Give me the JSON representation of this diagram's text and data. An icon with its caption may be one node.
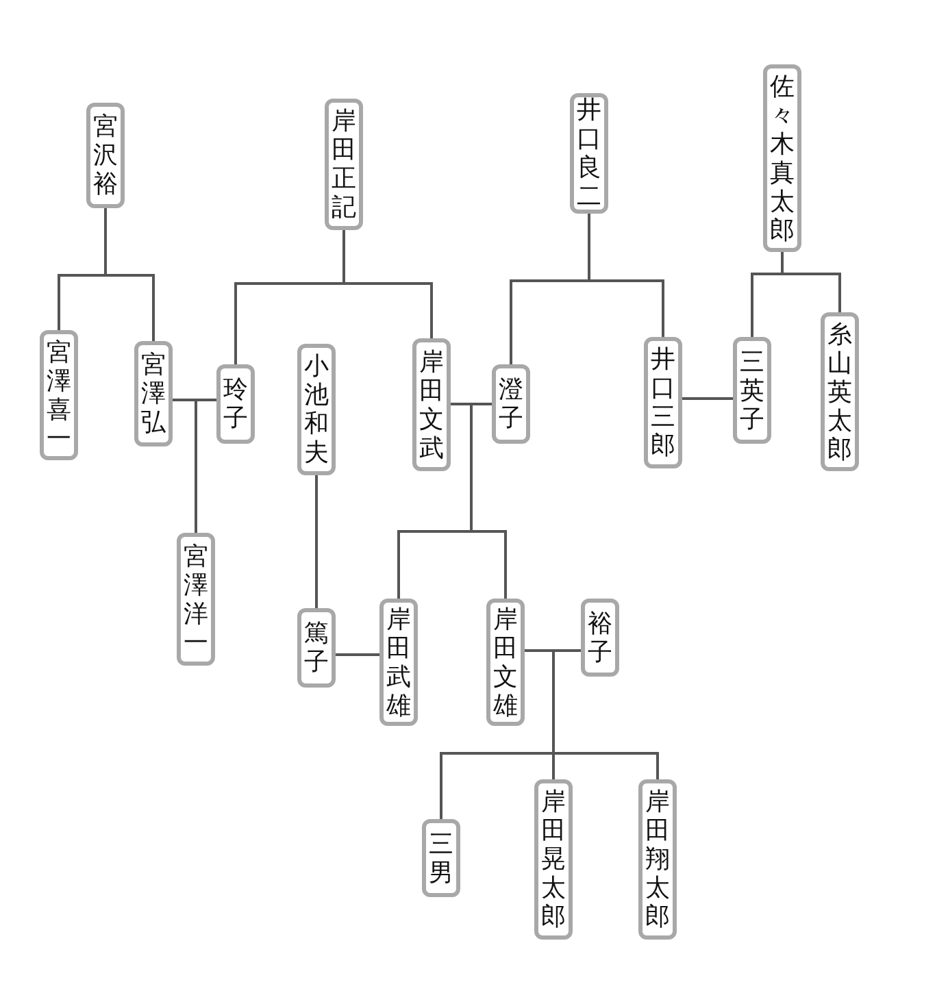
{
  "diagram": {
    "nodes": [
      {
        "text": [
          "宮沢裕"
        ]
      },
      {
        "text": [
          "岸田正記"
        ]
      },
      {
        "text": [
          "井口良二"
        ]
      },
      {
        "text": [
          "佐々木真太郎"
        ]
      },
      {
        "text": [
          "宮澤喜一"
        ]
      },
      {
        "text": [
          "宮澤弘"
        ]
      },
      {
        "text": [
          "玲子"
        ]
      },
      {
        "text": [
          "小池和夫"
        ]
      },
      {
        "text": [
          "岸田文武"
        ]
      },
      {
        "text": [
          "澄子"
        ]
      },
      {
        "text": [
          "井口三郎"
        ]
      },
      {
        "text": [
          "三英子"
        ]
      },
      {
        "text": [
          "糸山英太郎"
        ]
      },
      {
        "text": [
          "宮澤洋一"
        ]
      },
      {
        "text": [
          "篤子"
        ]
      },
      {
        "text": [
          "岸田武雄"
        ]
      },
      {
        "text": [
          "岸田文雄"
        ]
      },
      {
        "text": [
          "裕子"
        ]
      },
      {
        "text": [
          "三男"
        ]
      },
      {
        "text": [
          "岸田晃太郎"
        ]
      },
      {
        "text": [
          "岸田翔太郎"
        ]
      }
    ],
    "edges": [
      {
        "from": 0,
        "to": 4,
        "arrow": "none"
      },
      {
        "from": 0,
        "to": 5,
        "arrow": "none"
      },
      {
        "from": 1,
        "to": 6,
        "arrow": "none"
      },
      {
        "from": 1,
        "to": 8,
        "arrow": "none"
      },
      {
        "from": 2,
        "to": 9,
        "arrow": "none"
      },
      {
        "from": 2,
        "to": 10,
        "arrow": "none"
      },
      {
        "from": 3,
        "to": 11,
        "arrow": "none"
      },
      {
        "from": 3,
        "to": 12,
        "arrow": "none"
      },
      {
        "from": 5,
        "to": 6,
        "arrow": "none"
      },
      {
        "from": 5,
        "to": 13,
        "arrow": "none"
      },
      {
        "from": 6,
        "to": 13,
        "arrow": "none"
      },
      {
        "from": 8,
        "to": 9,
        "arrow": "none"
      },
      {
        "from": 8,
        "to": 15,
        "arrow": "none"
      },
      {
        "from": 9,
        "to": 15,
        "arrow": "none"
      },
      {
        "from": 8,
        "to": 16,
        "arrow": "none"
      },
      {
        "from": 9,
        "to": 16,
        "arrow": "none"
      },
      {
        "from": 7,
        "to": 14,
        "arrow": "none"
      },
      {
        "from": 14,
        "to": 15,
        "arrow": "none"
      },
      {
        "from": 10,
        "to": 11,
        "arrow": "none"
      },
      {
        "from": 16,
        "to": 17,
        "arrow": "none"
      },
      {
        "from": 16,
        "to": 18,
        "arrow": "none"
      },
      {
        "from": 17,
        "to": 18,
        "arrow": "none"
      },
      {
        "from": 16,
        "to": 19,
        "arrow": "none"
      },
      {
        "from": 17,
        "to": 19,
        "arrow": "none"
      },
      {
        "from": 16,
        "to": 20,
        "arrow": "none"
      },
      {
        "from": 17,
        "to": 20,
        "arrow": "none"
      }
    ]
  }
}
